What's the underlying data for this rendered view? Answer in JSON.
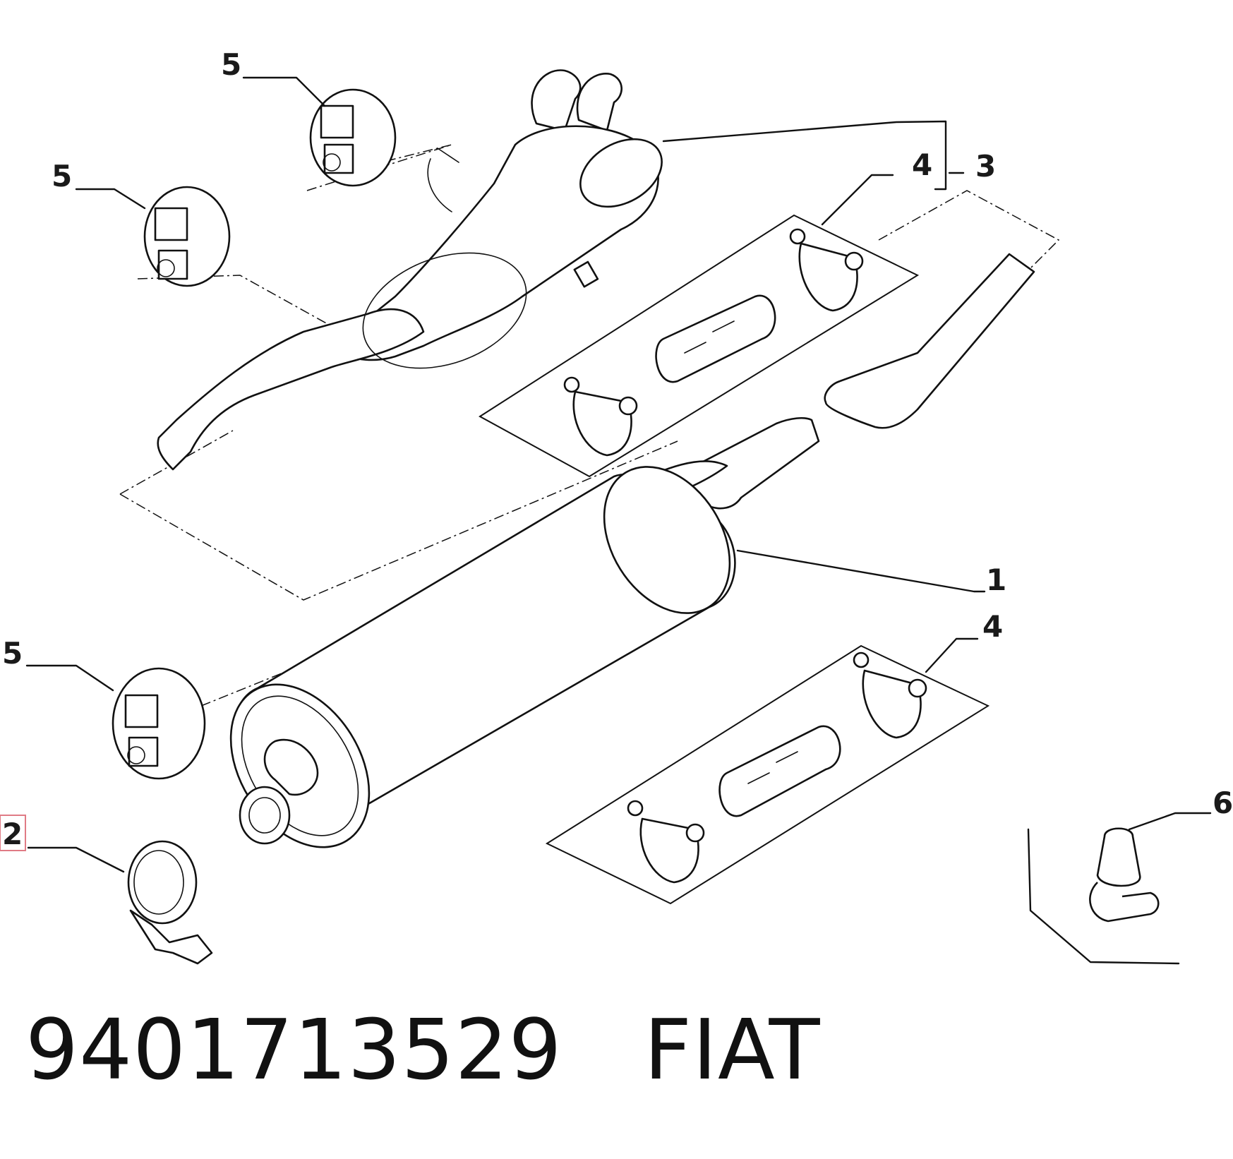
{
  "diagram": {
    "callouts": [
      {
        "id": "c5a",
        "label": "5"
      },
      {
        "id": "c5b",
        "label": "5"
      },
      {
        "id": "c4a",
        "label": "4"
      },
      {
        "id": "c3",
        "label": "3"
      },
      {
        "id": "c1",
        "label": "1"
      },
      {
        "id": "c4b",
        "label": "4"
      },
      {
        "id": "c5c",
        "label": "5"
      },
      {
        "id": "c2",
        "label": "2"
      },
      {
        "id": "c6",
        "label": "6"
      }
    ],
    "highlighted_callout": "2",
    "highlight_color": "#e07b85",
    "line_color": "#111111",
    "background": "#ffffff"
  },
  "caption": {
    "part_number": "9401713529",
    "brand": "FIAT"
  }
}
